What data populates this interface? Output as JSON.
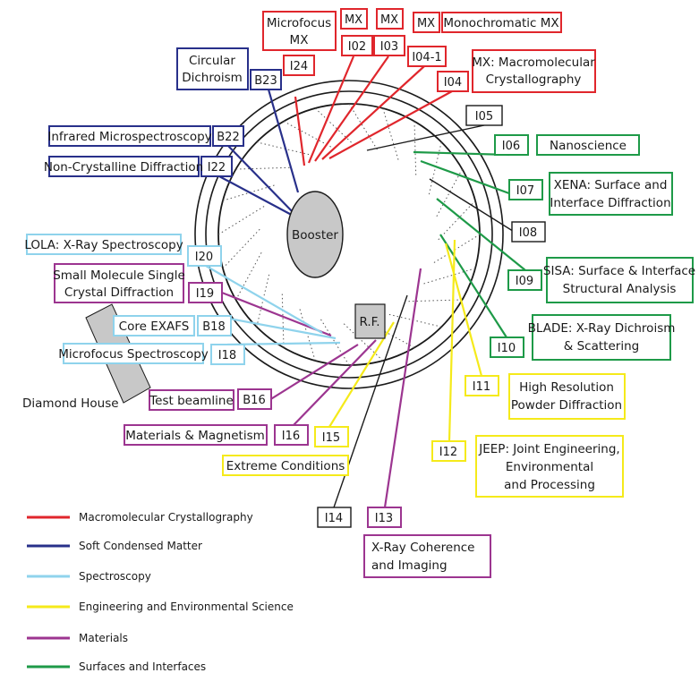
{
  "colors": {
    "mx": "#e0262c",
    "soft": "#28308a",
    "spec": "#8fd3ec",
    "eng": "#f5ea1a",
    "mat": "#9c3590",
    "surf": "#1e9a48",
    "none": "#1a1a1a"
  },
  "center_labels": {
    "booster": "Booster",
    "rf": "R.F.",
    "diamond_house": "Diamond House"
  },
  "beamlines": [
    {
      "code": "MX",
      "group": "mx"
    },
    {
      "code": "MX",
      "group": "mx"
    },
    {
      "code": "MX",
      "group": "mx"
    },
    {
      "code": "I02",
      "group": "mx"
    },
    {
      "code": "I03",
      "group": "mx"
    },
    {
      "code": "I04-1",
      "group": "mx"
    },
    {
      "code": "I04",
      "group": "mx"
    },
    {
      "code": "I24",
      "group": "mx"
    },
    {
      "code": "B23",
      "group": "soft"
    },
    {
      "code": "B22",
      "group": "soft"
    },
    {
      "code": "I22",
      "group": "soft"
    },
    {
      "code": "I20",
      "group": "spec"
    },
    {
      "code": "I19",
      "group": "mat"
    },
    {
      "code": "B18",
      "group": "spec"
    },
    {
      "code": "I18",
      "group": "spec"
    },
    {
      "code": "B16",
      "group": "mat"
    },
    {
      "code": "I16",
      "group": "mat"
    },
    {
      "code": "I15",
      "group": "eng"
    },
    {
      "code": "I14",
      "group": "none"
    },
    {
      "code": "I13",
      "group": "mat"
    },
    {
      "code": "I12",
      "group": "eng"
    },
    {
      "code": "I11",
      "group": "eng"
    },
    {
      "code": "I10",
      "group": "surf"
    },
    {
      "code": "I09",
      "group": "surf"
    },
    {
      "code": "I08",
      "group": "none"
    },
    {
      "code": "I07",
      "group": "surf"
    },
    {
      "code": "I06",
      "group": "surf"
    },
    {
      "code": "I05",
      "group": "none"
    }
  ],
  "descriptions": {
    "microfocus_mx": [
      "Microfocus",
      "MX"
    ],
    "monochromatic_mx": "Monochromatic MX",
    "mx_macromolecular": [
      "MX: Macromolecular",
      "Crystallography"
    ],
    "circular_dichroism": [
      "Circular",
      "Dichroism"
    ],
    "infrared": "Infrared Microspectroscopy",
    "non_crystalline": "Non-Crystalline Diffraction",
    "lola": "LOLA: X-Ray Spectroscopy",
    "small_molecule": [
      "Small Molecule Single",
      "Crystal Diffraction"
    ],
    "core_exafs": "Core EXAFS",
    "microfocus_spectroscopy": "Microfocus Spectroscopy",
    "test_beamline": "Test beamline",
    "materials_magnetism": "Materials & Magnetism",
    "extreme_conditions": "Extreme Conditions",
    "xray_coherence": [
      "X-Ray Coherence",
      "and Imaging"
    ],
    "jeep": [
      "JEEP: Joint Engineering,",
      "Environmental",
      "and Processing"
    ],
    "high_res_powder": [
      "High Resolution",
      "Powder Diffraction"
    ],
    "blade": [
      "BLADE: X-Ray Dichroism",
      "& Scattering"
    ],
    "sisa": [
      "SISA: Surface & Interface",
      "Structural Analysis"
    ],
    "xena": [
      "XENA: Surface and",
      "Interface Diffraction"
    ],
    "nanoscience": "Nanoscience"
  },
  "legend": [
    {
      "label": "Macromolecular Crystallography",
      "group": "mx"
    },
    {
      "label": "Soft Condensed Matter",
      "group": "soft"
    },
    {
      "label": "Spectroscopy",
      "group": "spec"
    },
    {
      "label": "Engineering and Environmental Science",
      "group": "eng"
    },
    {
      "label": "Materials",
      "group": "mat"
    },
    {
      "label": "Surfaces and Interfaces",
      "group": "surf"
    }
  ]
}
